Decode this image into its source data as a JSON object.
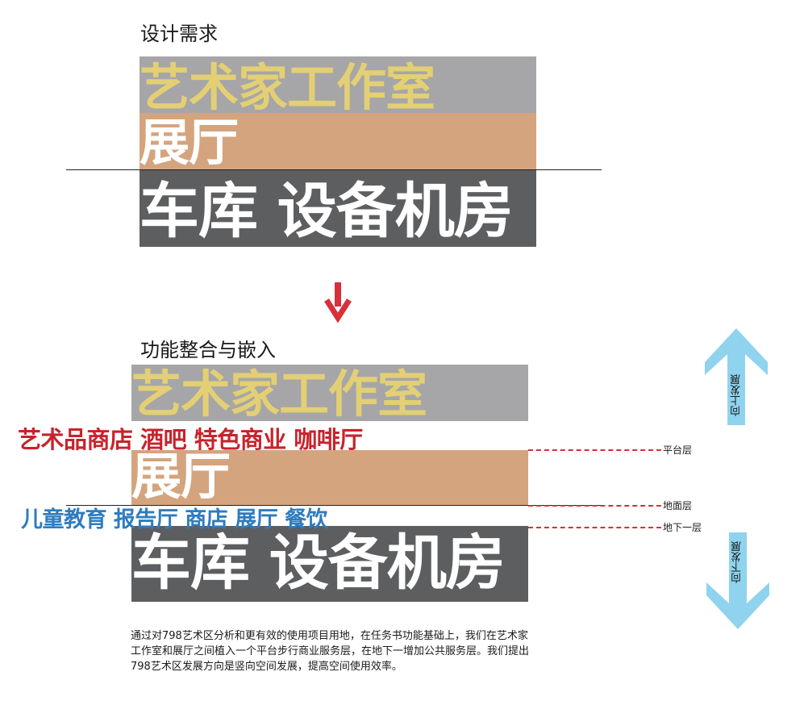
{
  "top": {
    "title": "设计需求",
    "block1": "艺术家工作室",
    "block2": "展厅",
    "block3": "车库 设备机房"
  },
  "bottom": {
    "title": "功能整合与嵌入",
    "block1": "艺术家工作室",
    "block2": "展厅",
    "block3": "车库 设备机房",
    "red_overlay": "艺术品商店 酒吧 特色商业 咖啡厅",
    "blue_overlay": "儿童教育 报告厅 商店 展厅 餐饮"
  },
  "levels": {
    "platform": "平台层",
    "ground": "地面层",
    "basement": "地下一层"
  },
  "arrows": {
    "up_label": "向上发展",
    "down_label": "向下发展"
  },
  "description": "通过对798艺术区分析和更有效的使用项目用地，在任务书功能基础上，我们在艺术家工作室和展厅之间植入一个平台步行商业服务层，在地下一增加公共服务层。我们提出798艺术区发展方向是竖向空间发展，提高空间使用效率。",
  "colors": {
    "gray_light": "#a6a6a8",
    "tan": "#d4a47e",
    "gray_dark": "#5d5e60",
    "yellow_text": "#e3cf74",
    "red_text": "#c8232c",
    "blue_text": "#2e7cbf",
    "arrow_red": "#d8303a",
    "arrow_blue": "#8fd3ee"
  }
}
